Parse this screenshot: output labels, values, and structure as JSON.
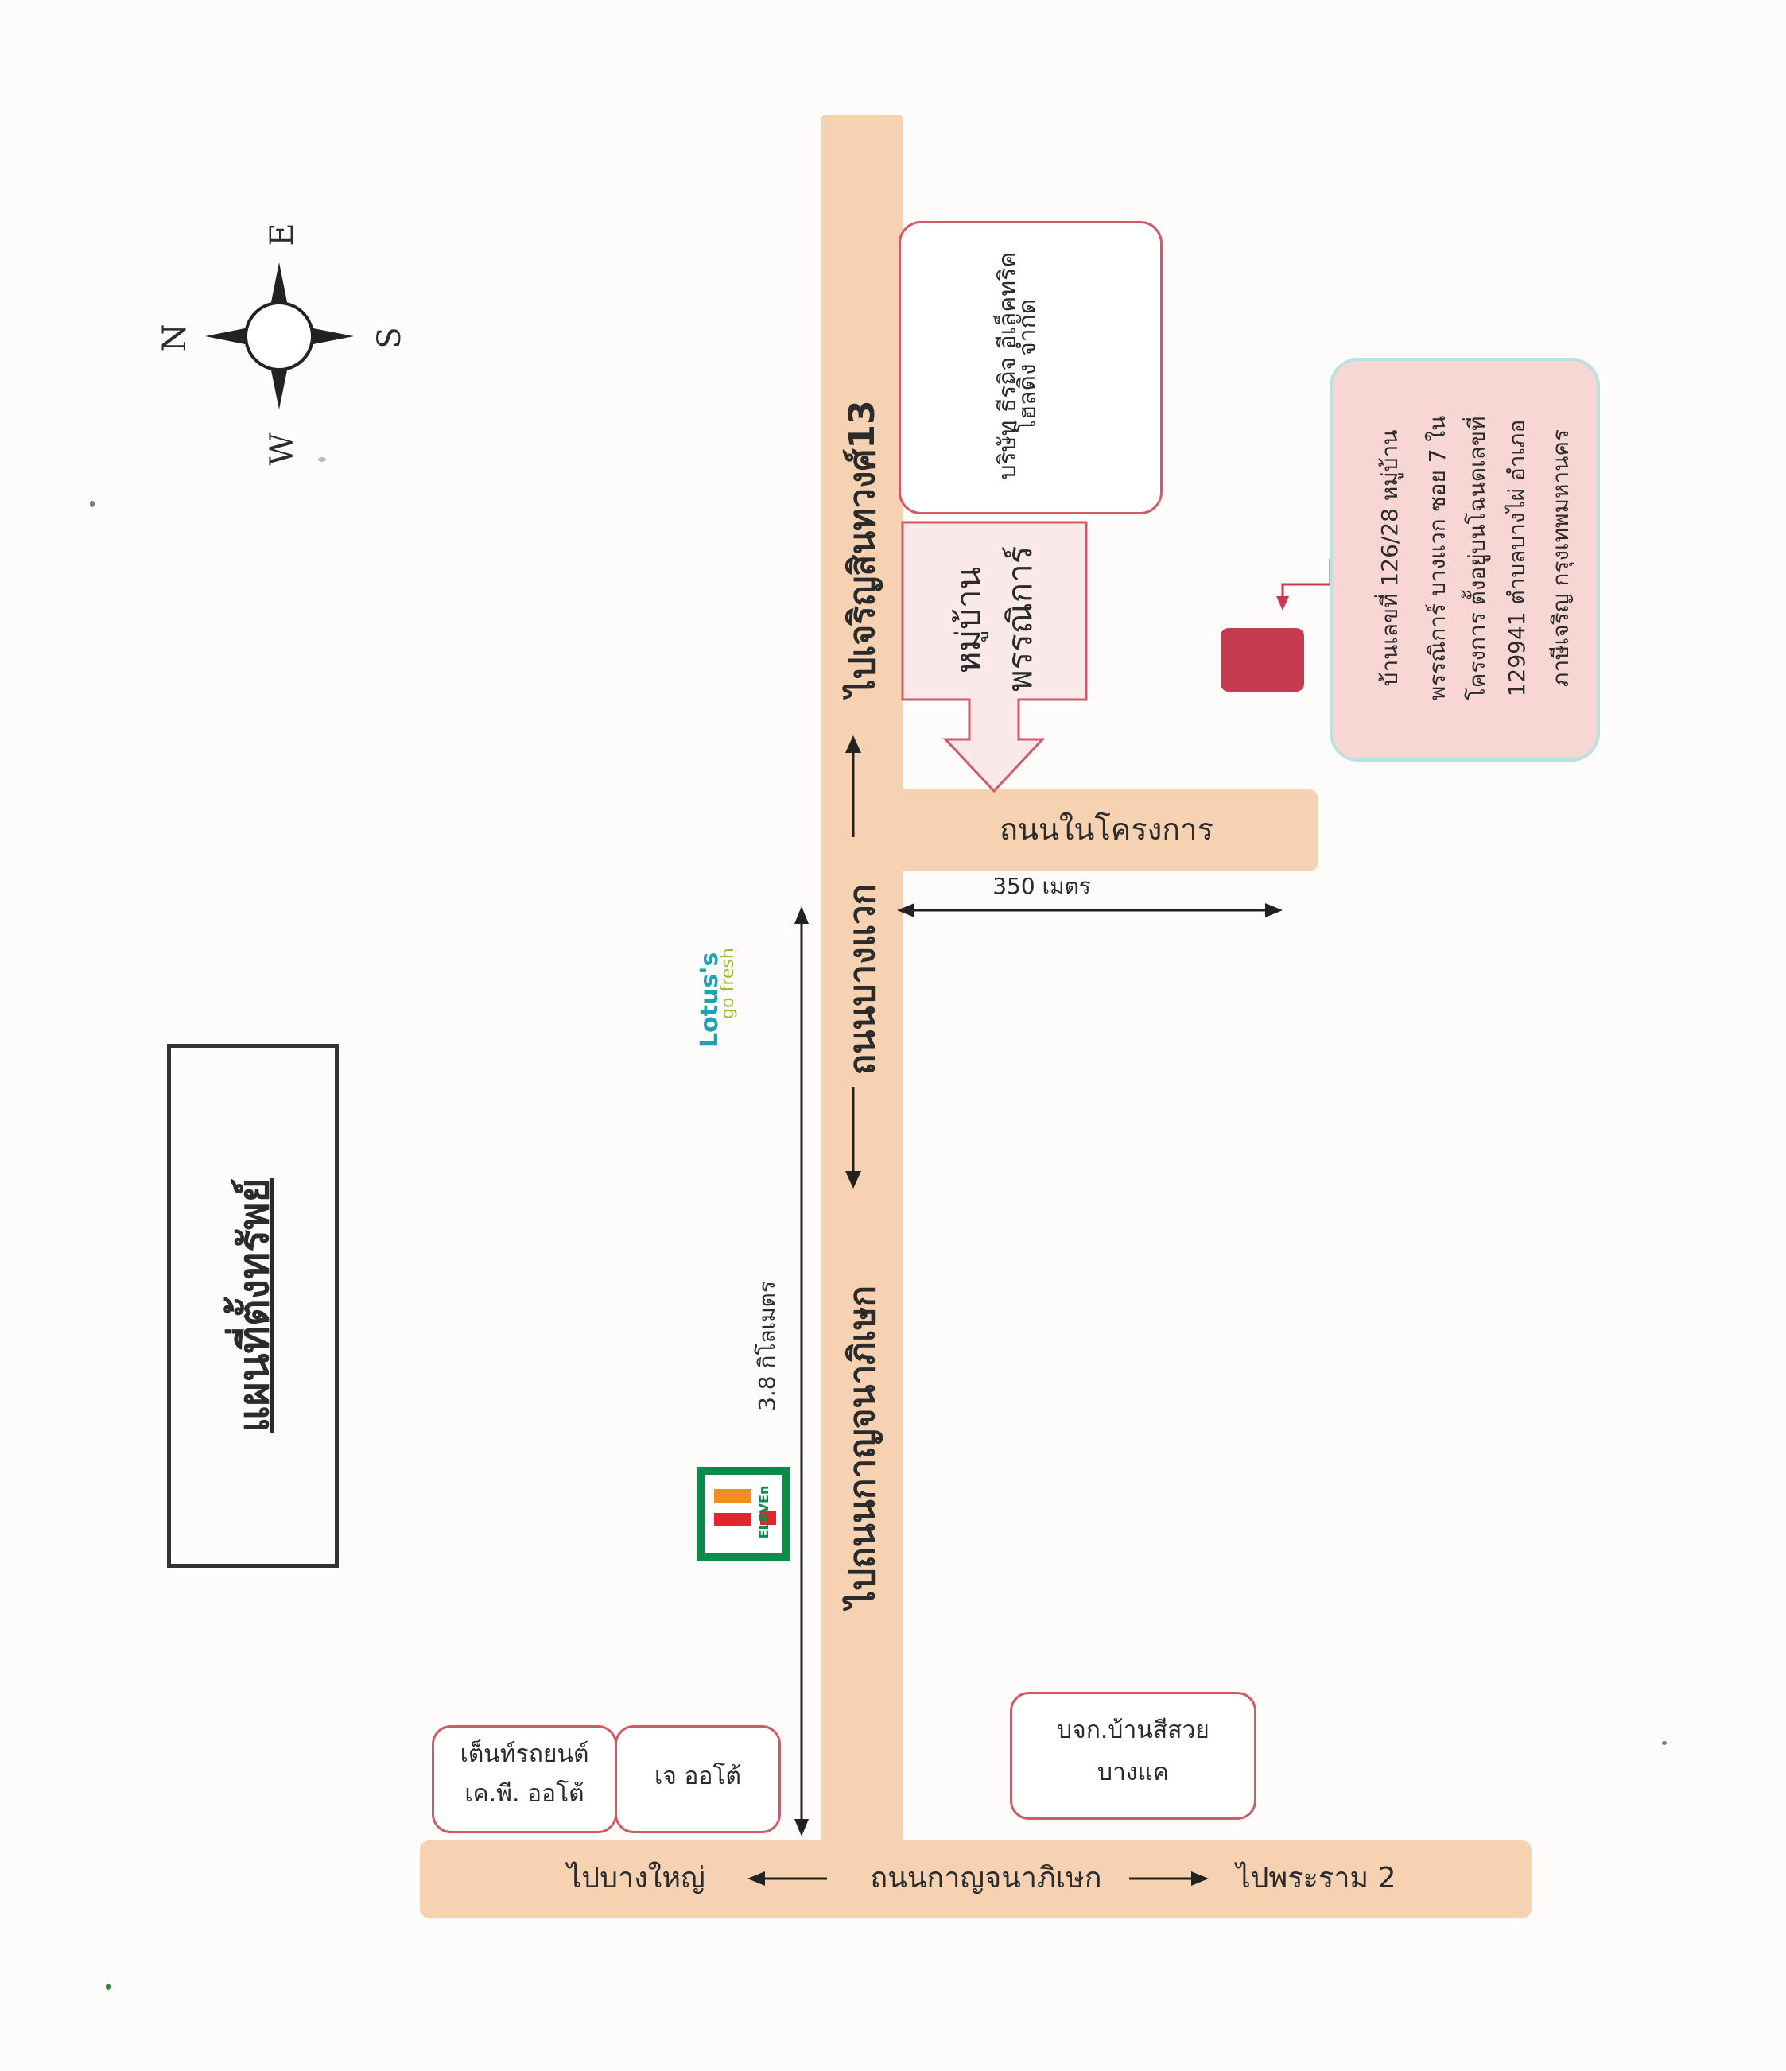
{
  "title": "แผนที่ตั้งทรัพย์",
  "compass": {
    "n": "N",
    "e": "E",
    "s": "S",
    "w": "W"
  },
  "roads": {
    "main_north": "ไปเจริญสินทวงศ์13",
    "main_south": "ไปถนนกาญจนาภิเษก",
    "main_name": "ถนนบางแวก",
    "project_road": "ถนนในโครงการ",
    "bottom_road": "ถนนกาญจนาภิเษก",
    "bottom_left": "ไปบางใหญ่",
    "bottom_right": "ไปพระราม 2"
  },
  "distances": {
    "project": "350 เมตร",
    "main": "3.8 กิโลเมตร"
  },
  "places": {
    "company_line1": "บริษัท ธีรกิจ อีเล็คทริค",
    "company_line2": "โฮลดิ้ง จำกัด",
    "village_line1": "หมู่บ้าน",
    "village_line2": "พรรณิการ์",
    "tent_line1": "เต็นท์รถยนต์",
    "tent_line2": "เค.พี. ออโต้",
    "j_auto": "เจ ออโต้",
    "bansisuay_line1": "บจก.บ้านสีสวย",
    "bansisuay_line2": "บางแค"
  },
  "property_note": [
    "บ้านเลขที่ 126/28 หมู่บ้าน",
    "พรรณิการ์ บางแวก ซอย 7 ใน",
    "โครงการ ตั้งอยู่บนโฉนดเลขที่",
    "129941 ตำบลบางไผ่ อำเภอ",
    "ภาษีเจริญ กรุงเทพมหานคร"
  ],
  "logos": {
    "lotus_main": "Lotus's",
    "lotus_sub": "go fresh",
    "seven": "ELEVEn"
  },
  "colors": {
    "road": "#f7d2b2",
    "accent": "#d05a68",
    "marker": "#c43a4e",
    "note_bg": "#f7d6d3",
    "note_border": "#b9e3e0"
  }
}
